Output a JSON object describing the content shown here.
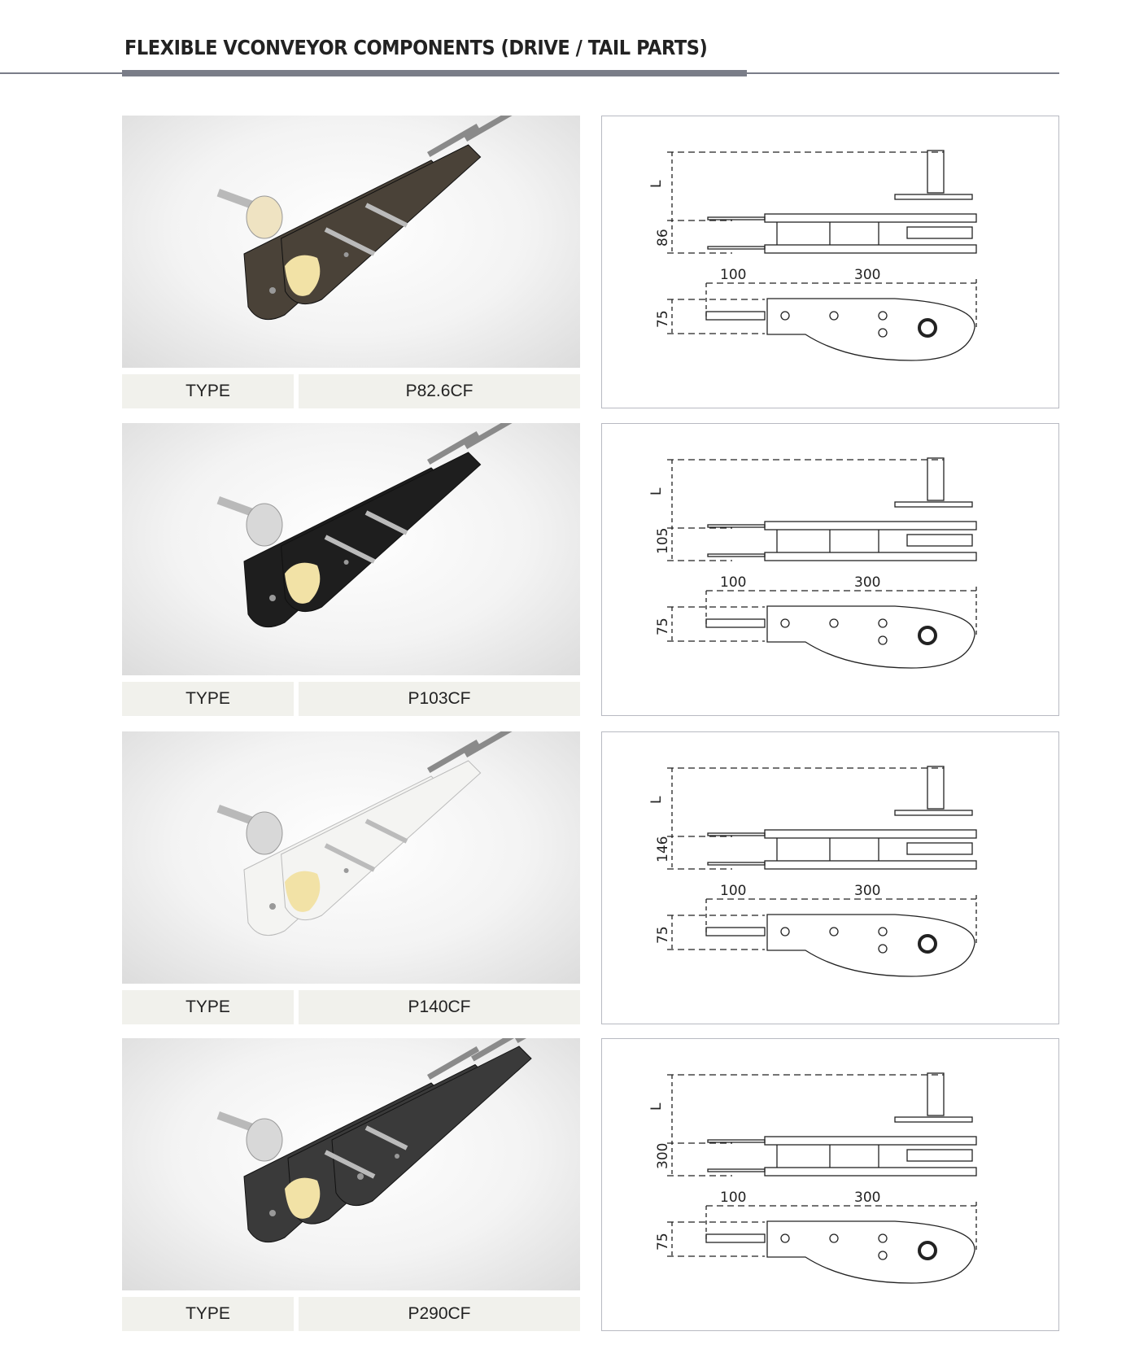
{
  "header": {
    "title": "FLEXIBLE VCONVEYOR COMPONENTS (DRIVE / TAIL PARTS)"
  },
  "colors": {
    "accent": "#7a7d88",
    "type_bg": "#f1f1ec"
  },
  "products": [
    {
      "type_label": "TYPE",
      "type_value": "P82.6CF",
      "dims": {
        "shaft": "L",
        "width": "86",
        "extension": "100",
        "length": "300",
        "height": "75"
      },
      "frame_color": "#4a4238"
    },
    {
      "type_label": "TYPE",
      "type_value": "P103CF",
      "dims": {
        "shaft": "L",
        "width": "105",
        "extension": "100",
        "length": "300",
        "height": "75"
      },
      "frame_color": "#1e1e1e"
    },
    {
      "type_label": "TYPE",
      "type_value": "P140CF",
      "dims": {
        "shaft": "L",
        "width": "146",
        "extension": "100",
        "length": "300",
        "height": "75"
      },
      "frame_color": "#f4f4f2"
    },
    {
      "type_label": "TYPE",
      "type_value": "P290CF",
      "dims": {
        "shaft": "L",
        "width": "300",
        "extension": "100",
        "length": "300",
        "height": "75"
      },
      "frame_color": "#3a3a3a"
    }
  ]
}
